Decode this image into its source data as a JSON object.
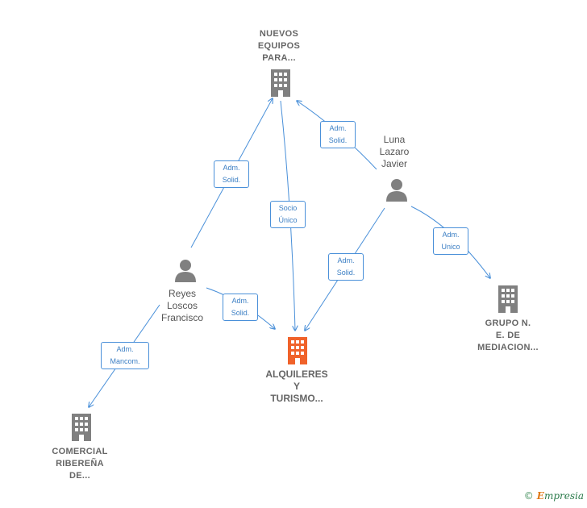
{
  "nodes": {
    "nuevos": {
      "lines": [
        "NUEVOS",
        "EQUIPOS",
        "PARA..."
      ],
      "type": "company"
    },
    "luna": {
      "lines": [
        "Luna",
        "Lazaro",
        "Javier"
      ],
      "type": "person"
    },
    "reyes": {
      "lines": [
        "Reyes",
        "Loscos",
        "Francisco"
      ],
      "type": "person"
    },
    "alquileres": {
      "lines": [
        "ALQUILERES",
        "Y",
        "TURISMO..."
      ],
      "type": "main"
    },
    "grupo": {
      "lines": [
        "GRUPO N.",
        "E. DE",
        "MEDIACION..."
      ],
      "type": "company"
    },
    "comercial": {
      "lines": [
        "COMERCIAL",
        "RIBEREÑA",
        "DE..."
      ],
      "type": "company"
    }
  },
  "edges": [
    {
      "id": "e1",
      "lines": [
        "Adm.",
        "Solid."
      ]
    },
    {
      "id": "e2",
      "lines": [
        "Adm.",
        "Solid."
      ]
    },
    {
      "id": "e3",
      "lines": [
        "Socio",
        "Único"
      ]
    },
    {
      "id": "e4",
      "lines": [
        "Adm.",
        "Solid."
      ]
    },
    {
      "id": "e5",
      "lines": [
        "Adm.",
        "Unico"
      ]
    },
    {
      "id": "e6",
      "lines": [
        "Adm.",
        "Solid."
      ]
    },
    {
      "id": "e7",
      "lines": [
        "Adm.",
        "Mancom."
      ]
    }
  ],
  "colors": {
    "edge": "#4a90d9",
    "building": "#808080",
    "main_building": "#f0622a",
    "person": "#808080"
  },
  "footer": {
    "copyright": "©",
    "brand_e": "E",
    "brand_rest": "mpresia"
  }
}
